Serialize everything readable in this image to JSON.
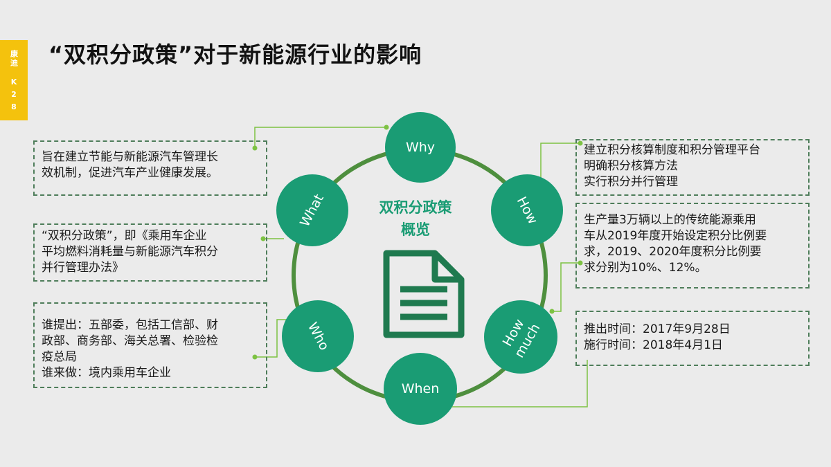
{
  "side_tag": {
    "line1": "康迪",
    "line2": "K28"
  },
  "title": "“双积分政策”对于新能源行业的影响",
  "center": {
    "line1": "双积分政策",
    "line2": "概览",
    "icon": "document-icon"
  },
  "nodes": {
    "why": "Why",
    "how": "How",
    "how_much": "How much",
    "when": "When",
    "who": "Who",
    "what": "What"
  },
  "boxes": {
    "why": [
      "旨在建立节能与新能源汽车管理长",
      "效机制，促进汽车产业健康发展。"
    ],
    "what": [
      "“双积分政策”，即《乘用车企业",
      "平均燃料消耗量与新能源汽车积分",
      "并行管理办法》"
    ],
    "who": [
      "谁提出：五部委，包括工信部、财",
      "政部、商务部、海关总署、检验检",
      "疫总局",
      "谁来做：境内乘用车企业"
    ],
    "how": [
      "建立积分核算制度和积分管理平台",
      "明确积分核算方法",
      "实行积分并行管理"
    ],
    "how_much": [
      "生产量3万辆以上的传统能源乘用",
      "车从2019年度开始设定积分比例要",
      "求，2019、2020年度积分比例要",
      "求分别为10%、12%。"
    ],
    "when": [
      "推出时间：2017年9月28日",
      "施行时间：2018年4月1日"
    ]
  },
  "colors": {
    "node": "#1a9c74",
    "ring": "#4e8f3e",
    "connector": "#7dc243",
    "tag": "#f4c20d",
    "center_text": "#1a9c74"
  }
}
